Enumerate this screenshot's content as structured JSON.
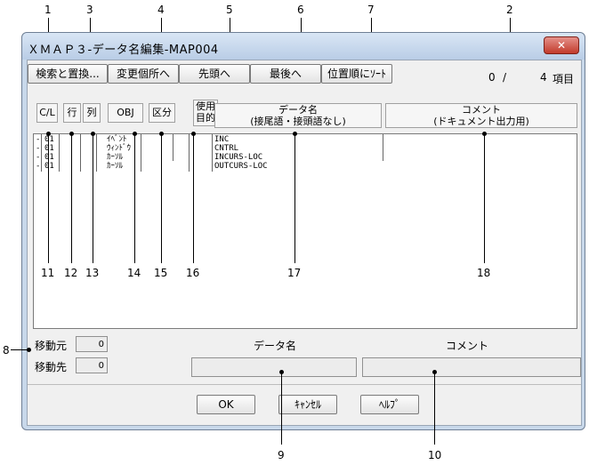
{
  "window": {
    "title": "ＸＭＡＰ３-データ名編集-MAP004",
    "close_glyph": "✕"
  },
  "toolbar": {
    "search_replace": "検索と置換...",
    "goto_changed": "変更個所へ",
    "goto_first": "先頭へ",
    "goto_last": "最後へ",
    "sort_by_position": "位置順にｿｰﾄ"
  },
  "count": {
    "current": "0",
    "separator": "/",
    "total": "4",
    "unit": "項目"
  },
  "columns": {
    "cl": "C/L",
    "row": "行",
    "col": "列",
    "obj": "OBJ",
    "kubun": "区分",
    "use": "使用\n目的",
    "data_name": "データ名\n(接尾語・接頭語なし)",
    "comment": "コメント\n(ドキュメント出力用)"
  },
  "rows": [
    {
      "cl": "-",
      "row": "01",
      "obj": "ｲﾍﾞﾝﾄ",
      "name": "INC"
    },
    {
      "cl": "-",
      "row": "01",
      "obj": "ｳｨﾝﾄﾞｳ",
      "name": "CNTRL"
    },
    {
      "cl": "-",
      "row": "01",
      "obj": "ｶｰｿﾙ",
      "name": "INCURS-LOC"
    },
    {
      "cl": "-",
      "row": "01",
      "obj": "ｶｰｿﾙ",
      "name": "OUTCURS-LOC"
    }
  ],
  "move": {
    "from_label": "移動元",
    "from_value": "0",
    "to_label": "移動先",
    "to_value": "0"
  },
  "bottom": {
    "data_name_label": "データ名",
    "comment_label": "コメント",
    "data_name_value": "",
    "comment_value": ""
  },
  "buttons": {
    "ok": "OK",
    "cancel": "ｷｬﾝｾﾙ",
    "help": "ﾍﾙﾌﾟ"
  },
  "callouts": {
    "n1": "1",
    "n2": "2",
    "n3": "3",
    "n4": "4",
    "n5": "5",
    "n6": "6",
    "n7": "7",
    "n8": "8",
    "n9": "9",
    "n10": "10",
    "n11": "11",
    "n12": "12",
    "n13": "13",
    "n14": "14",
    "n15": "15",
    "n16": "16",
    "n17": "17",
    "n18": "18"
  }
}
